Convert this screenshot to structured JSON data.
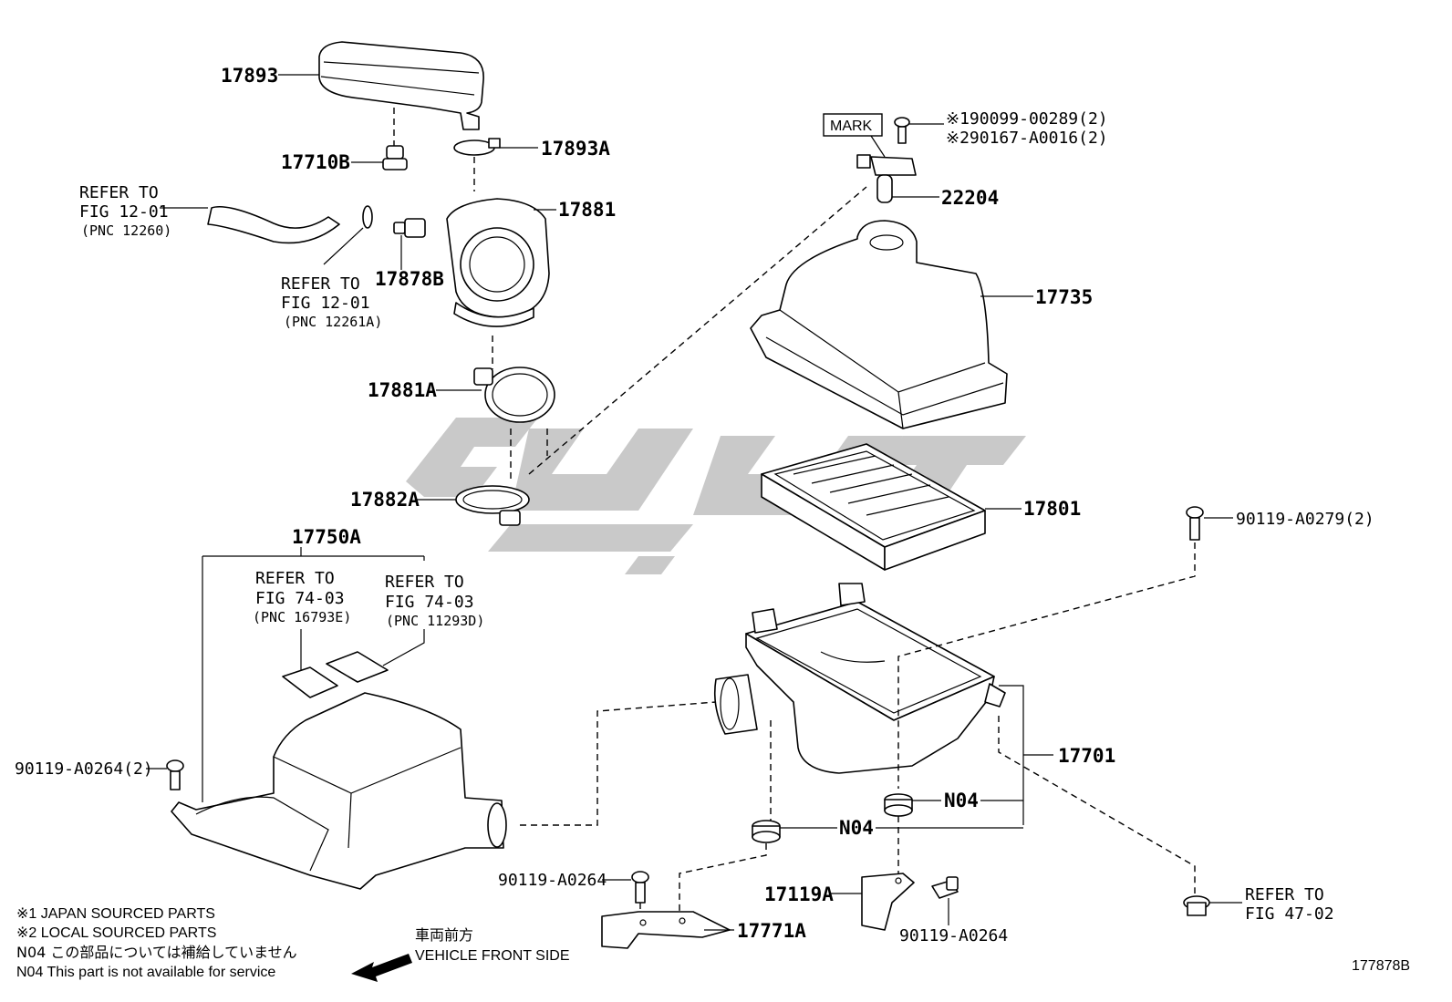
{
  "labels": {
    "p17893": "17893",
    "p17710b": "17710B",
    "p17893a": "17893A",
    "p17881": "17881",
    "p17878b": "17878B",
    "p17881a": "17881A",
    "p17882a": "17882A",
    "p17750a": "17750A",
    "p22204": "22204",
    "p17735": "17735",
    "p17801": "17801",
    "p17701": "17701",
    "p17119a": "17119A",
    "p17771a": "17771A",
    "n04_upper": "N04",
    "n04_lower": "N04",
    "bolt_top_1": "※190099-00289(2)",
    "bolt_top_2": "※290167-A0016(2)",
    "bolt_a0279": "90119-A0279(2)",
    "bolt_a0264_left": "90119-A0264(2)",
    "bolt_a0264_mid": "90119-A0264",
    "bolt_a0264_right": "90119-A0264",
    "mark": "MARK"
  },
  "references": {
    "hose_ref": {
      "line1": "REFER TO",
      "line2": "FIG 12-01",
      "line3": "(PNC 12260)"
    },
    "clip_ref": {
      "line1": "REFER TO",
      "line2": "FIG 12-01",
      "line3": "(PNC 12261A)"
    },
    "label1_ref": {
      "line1": "REFER TO",
      "line2": "FIG 74-03",
      "line3": "(PNC 16793E)"
    },
    "label2_ref": {
      "line1": "REFER TO",
      "line2": "FIG 74-03",
      "line3": "(PNC 11293D)"
    },
    "grommet_ref": {
      "line1": "REFER TO",
      "line2": "FIG 47-02"
    }
  },
  "notes": {
    "n1": "※1 JAPAN SOURCED PARTS",
    "n2": "※2 LOCAL SOURCED PARTS",
    "n3": "N04  この部品については補給していません",
    "n4": "N04  This part is not available for service"
  },
  "front": {
    "jp": "車両前方",
    "en": "VEHICLE FRONT SIDE"
  },
  "figure_id": "177878B"
}
